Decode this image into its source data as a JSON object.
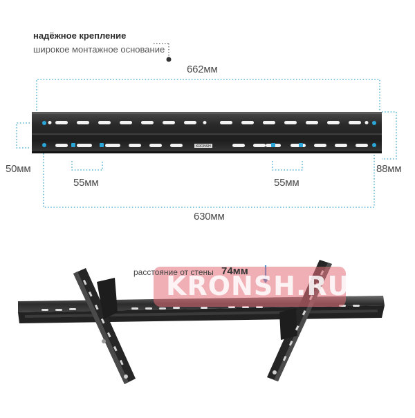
{
  "feature": {
    "title": "надёжное крепление",
    "subtitle": "широкое монтажное основание"
  },
  "dimensions": {
    "width_total": "662мм",
    "width_holes": "630мм",
    "height_left": "50мм",
    "height_right": "88мм",
    "slot_left": "55мм",
    "slot_right": "55мм"
  },
  "wall_distance": {
    "label": "расстояние от стены",
    "value": "74мм"
  },
  "watermark": {
    "text": "KRONSH.RU"
  },
  "plate_brand": "KRONSH",
  "colors": {
    "dimension_lines": "#3aa6c9",
    "arrow": "#3a8fd6",
    "metal": "#2b2b2b",
    "watermark": "#e06e78"
  }
}
